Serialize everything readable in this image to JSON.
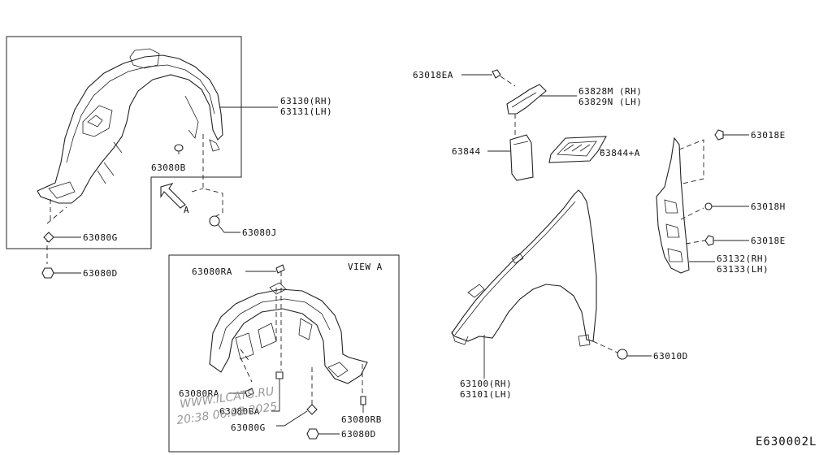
{
  "view_label": "VIEW A",
  "arrow_label": "A",
  "diagram_code": "E630002L",
  "watermark": [
    "WWW.ILCATS.RU",
    "20:38 06.03.2025"
  ],
  "callouts": {
    "c63130": "63130(RH)",
    "c63131": "63131(LH)",
    "c63080B": "63080B",
    "c63080G": "63080G",
    "c63080D": "63080D",
    "c63080J": "63080J",
    "c63018EA": "63018EA",
    "c63828M": "63828M (RH)",
    "c63829N": "63829N (LH)",
    "c63844": "63844",
    "c63844A": "63844+A",
    "c63018E_top": "63018E",
    "c63018H": "63018H",
    "c63018E_bot": "63018E",
    "c63132": "63132(RH)",
    "c63133": "63133(LH)",
    "c63010D": "63010D",
    "c63100": "63100(RH)",
    "c63101": "63101(LH)",
    "c63080RA_top": "63080RA",
    "c63080RA_left": "63080RA",
    "c63080BA": "63080BA",
    "c63080G_view": "63080G",
    "c63080RB": "63080RB",
    "c63080D_view": "63080D"
  }
}
